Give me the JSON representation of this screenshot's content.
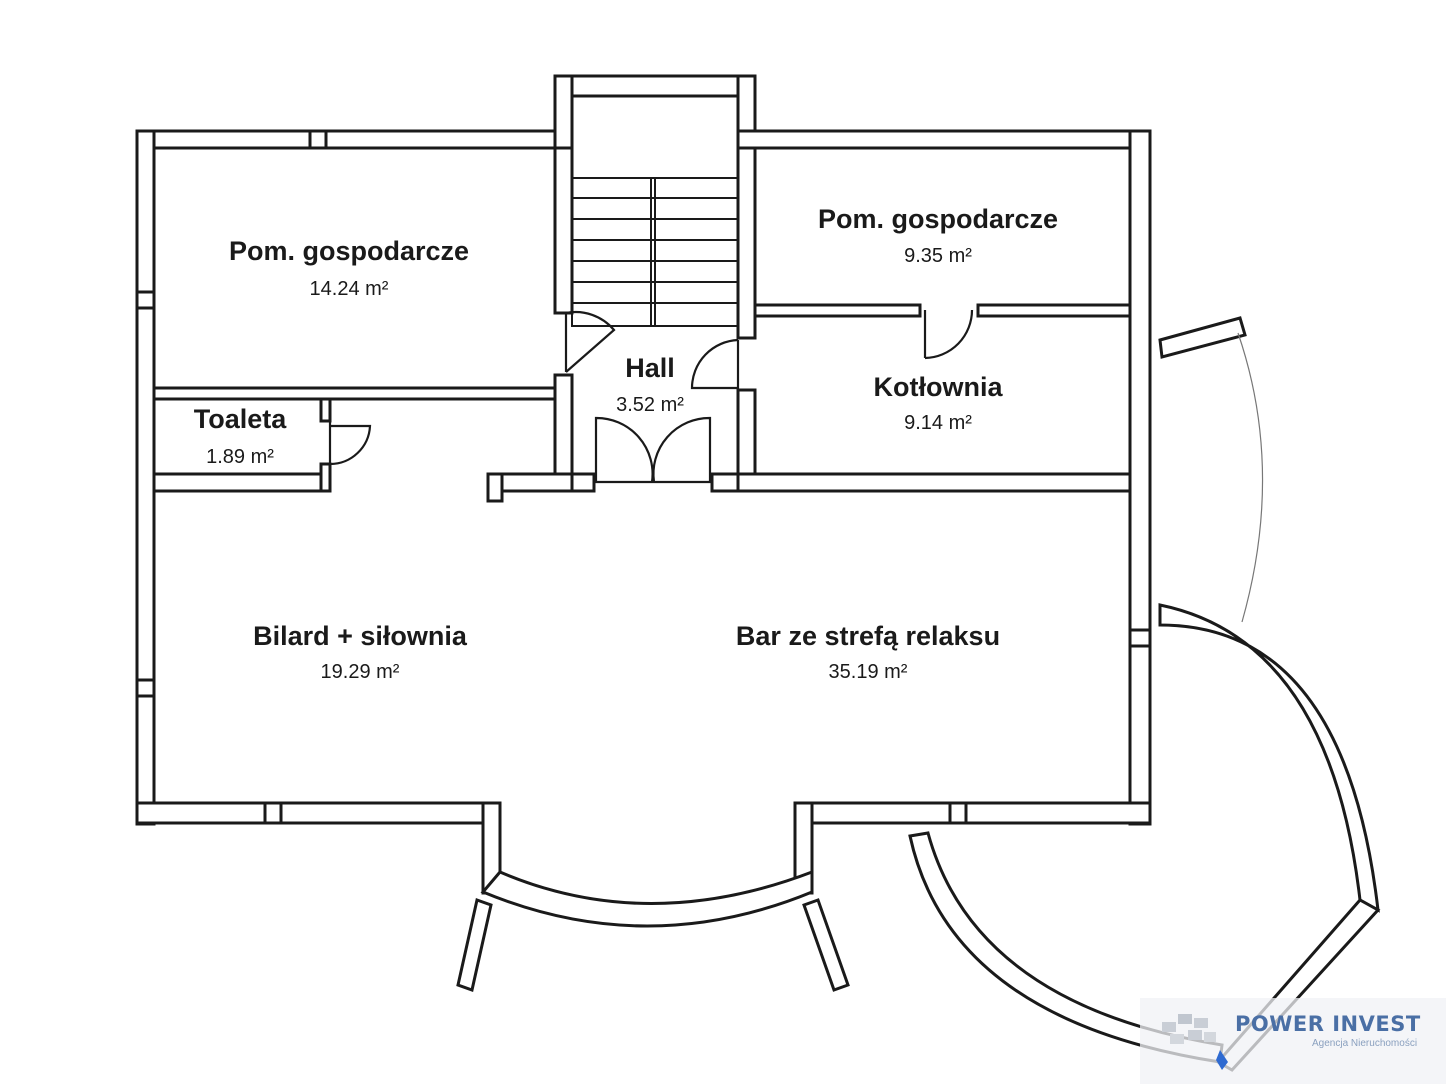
{
  "rooms": [
    {
      "id": "storage-left",
      "name": "Pom. gospodarcze",
      "area": "14.24 m²"
    },
    {
      "id": "storage-right",
      "name": "Pom. gospodarcze",
      "area": "9.35 m²"
    },
    {
      "id": "hall",
      "name": "Hall",
      "area": "3.52 m²"
    },
    {
      "id": "boiler",
      "name": "Kotłownia",
      "area": "9.14 m²"
    },
    {
      "id": "toilet",
      "name": "Toaleta",
      "area": "1.89 m²"
    },
    {
      "id": "billiards",
      "name": "Bilard + siłownia",
      "area": "19.29 m²"
    },
    {
      "id": "bar",
      "name": "Bar ze strefą relaksu",
      "area": "35.19 m²"
    }
  ],
  "logo": {
    "name": "POWER INVEST",
    "subtitle": "Agencja Nieruchomości"
  }
}
